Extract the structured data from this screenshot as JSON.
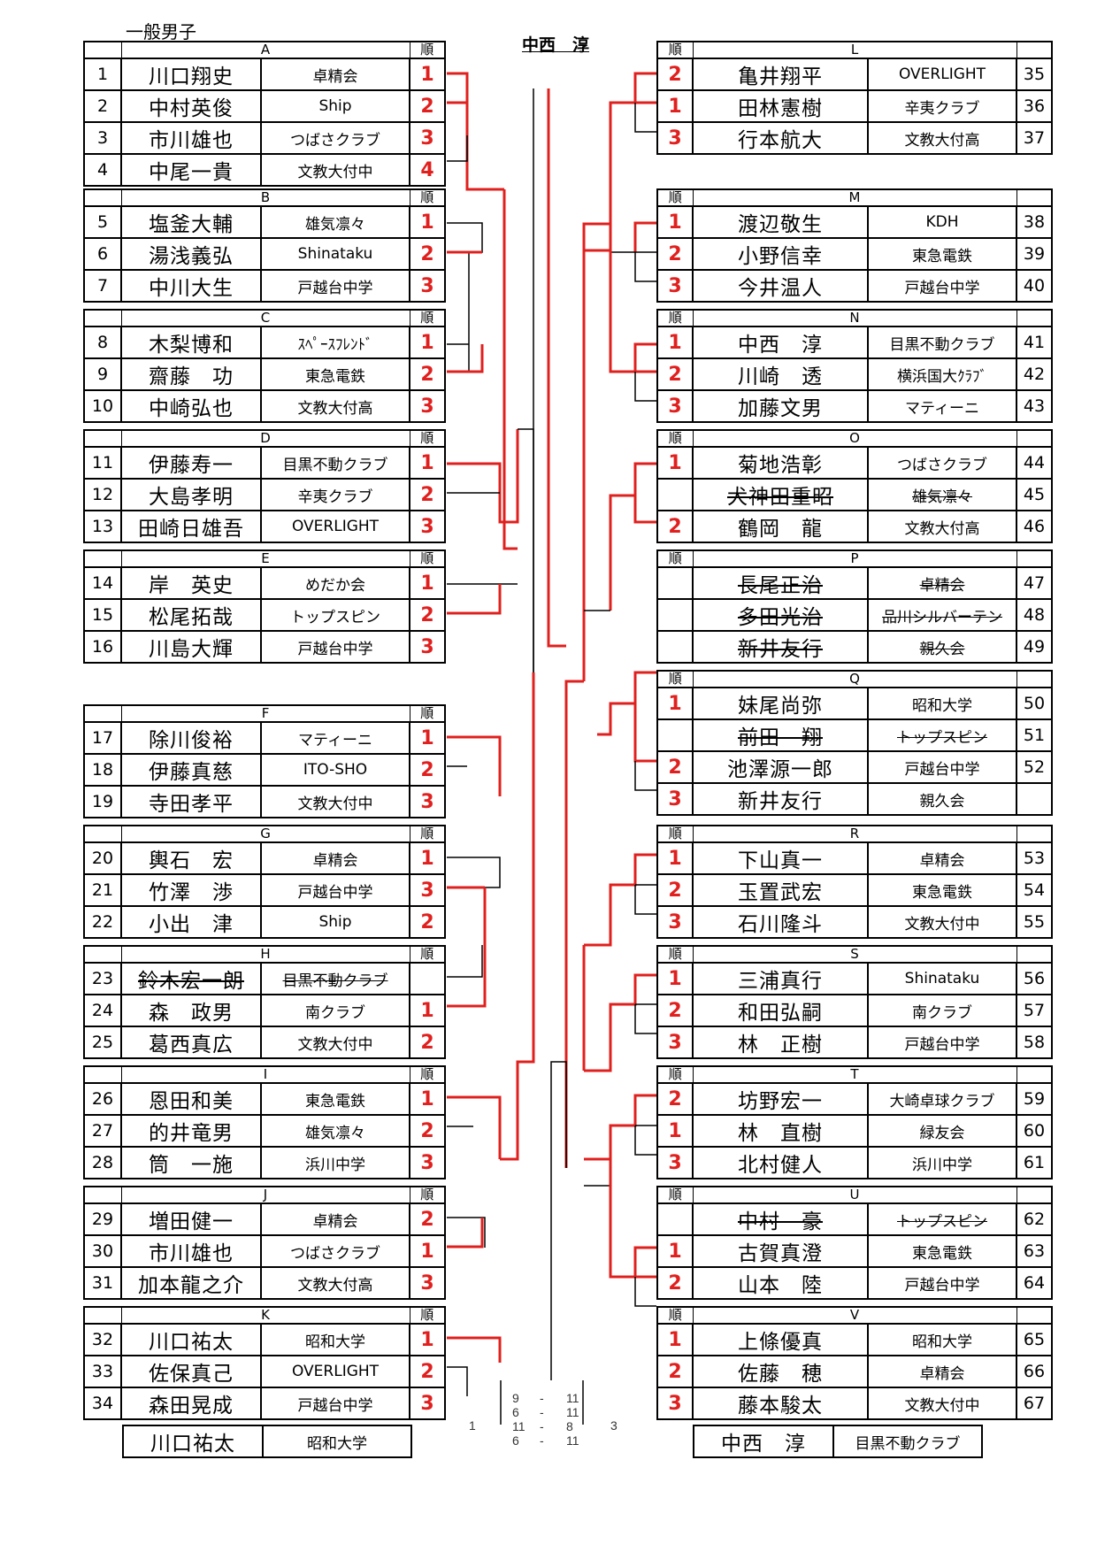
{
  "category": "一般男子",
  "champion": "中西　淳",
  "rank_header": "順",
  "left_groups": [
    {
      "id": "A",
      "rows": [
        {
          "no": "1",
          "name": "川口翔史",
          "club": "卓精会",
          "rank": "1"
        },
        {
          "no": "2",
          "name": "中村英俊",
          "club": "Ship",
          "rank": "2"
        },
        {
          "no": "3",
          "name": "市川雄也",
          "club": "つばさクラブ",
          "rank": "3"
        },
        {
          "no": "4",
          "name": "中尾一貴",
          "club": "文教大付中",
          "rank": "4"
        }
      ]
    },
    {
      "id": "B",
      "rows": [
        {
          "no": "5",
          "name": "塩釜大輔",
          "club": "雄気凛々",
          "rank": "1"
        },
        {
          "no": "6",
          "name": "湯浅義弘",
          "club": "Shinataku",
          "rank": "2"
        },
        {
          "no": "7",
          "name": "中川大生",
          "club": "戸越台中学",
          "rank": "3"
        }
      ]
    },
    {
      "id": "C",
      "rows": [
        {
          "no": "8",
          "name": "木梨博和",
          "club": "ｽﾍﾟｰｽﾌﾚﾝﾄﾞ",
          "rank": "1"
        },
        {
          "no": "9",
          "name": "齋藤　功",
          "club": "東急電鉄",
          "rank": "2"
        },
        {
          "no": "10",
          "name": "中崎弘也",
          "club": "文教大付高",
          "rank": "3"
        }
      ]
    },
    {
      "id": "D",
      "rows": [
        {
          "no": "11",
          "name": "伊藤寿一",
          "club": "目黒不動クラブ",
          "rank": "1"
        },
        {
          "no": "12",
          "name": "大島孝明",
          "club": "辛夷クラブ",
          "rank": "2"
        },
        {
          "no": "13",
          "name": "田崎日雄吾",
          "club": "OVERLIGHT",
          "rank": "3"
        }
      ]
    },
    {
      "id": "E",
      "rows": [
        {
          "no": "14",
          "name": "岸　英史",
          "club": "めだか会",
          "rank": "1"
        },
        {
          "no": "15",
          "name": "松尾拓哉",
          "club": "トップスピン",
          "rank": "2"
        },
        {
          "no": "16",
          "name": "川島大輝",
          "club": "戸越台中学",
          "rank": "3"
        }
      ]
    },
    {
      "id": "F",
      "rows": [
        {
          "no": "17",
          "name": "除川俊裕",
          "club": "マティーニ",
          "rank": "1"
        },
        {
          "no": "18",
          "name": "伊藤真慈",
          "club": "ITO-SHO",
          "rank": "2"
        },
        {
          "no": "19",
          "name": "寺田孝平",
          "club": "文教大付中",
          "rank": "3"
        }
      ]
    },
    {
      "id": "G",
      "rows": [
        {
          "no": "20",
          "name": "輿石　宏",
          "club": "卓精会",
          "rank": "1"
        },
        {
          "no": "21",
          "name": "竹澤　渉",
          "club": "戸越台中学",
          "rank": "3"
        },
        {
          "no": "22",
          "name": "小出　津",
          "club": "Ship",
          "rank": "2"
        }
      ]
    },
    {
      "id": "H",
      "rows": [
        {
          "no": "23",
          "name": "鈴木宏一朗",
          "club": "目黒不動クラブ",
          "rank": "",
          "strike": true
        },
        {
          "no": "24",
          "name": "森　政男",
          "club": "南クラブ",
          "rank": "1"
        },
        {
          "no": "25",
          "name": "葛西真広",
          "club": "文教大付中",
          "rank": "2"
        }
      ]
    },
    {
      "id": "I",
      "rows": [
        {
          "no": "26",
          "name": "恩田和美",
          "club": "東急電鉄",
          "rank": "1"
        },
        {
          "no": "27",
          "name": "的井竜男",
          "club": "雄気凛々",
          "rank": "2"
        },
        {
          "no": "28",
          "name": "筒　一施",
          "club": "浜川中学",
          "rank": "3"
        }
      ]
    },
    {
      "id": "J",
      "rows": [
        {
          "no": "29",
          "name": "増田健一",
          "club": "卓精会",
          "rank": "2"
        },
        {
          "no": "30",
          "name": "市川雄也",
          "club": "つばさクラブ",
          "rank": "1"
        },
        {
          "no": "31",
          "name": "加本龍之介",
          "club": "文教大付高",
          "rank": "3"
        }
      ]
    },
    {
      "id": "K",
      "rows": [
        {
          "no": "32",
          "name": "川口祐太",
          "club": "昭和大学",
          "rank": "1"
        },
        {
          "no": "33",
          "name": "佐保真己",
          "club": "OVERLIGHT",
          "rank": "2"
        },
        {
          "no": "34",
          "name": "森田晃成",
          "club": "戸越台中学",
          "rank": "3"
        }
      ]
    }
  ],
  "right_groups": [
    {
      "id": "L",
      "rows": [
        {
          "no": "35",
          "name": "亀井翔平",
          "club": "OVERLIGHT",
          "rank": "2"
        },
        {
          "no": "36",
          "name": "田林憲樹",
          "club": "辛夷クラブ",
          "rank": "1"
        },
        {
          "no": "37",
          "name": "行本航大",
          "club": "文教大付高",
          "rank": "3"
        }
      ]
    },
    {
      "id": "M",
      "rows": [
        {
          "no": "38",
          "name": "渡辺敬生",
          "club": "KDH",
          "rank": "1"
        },
        {
          "no": "39",
          "name": "小野信幸",
          "club": "東急電鉄",
          "rank": "2"
        },
        {
          "no": "40",
          "name": "今井温人",
          "club": "戸越台中学",
          "rank": "3"
        }
      ]
    },
    {
      "id": "N",
      "rows": [
        {
          "no": "41",
          "name": "中西　淳",
          "club": "目黒不動クラブ",
          "rank": "1"
        },
        {
          "no": "42",
          "name": "川崎　透",
          "club": "横浜国大ｸﾗﾌﾞ",
          "rank": "2"
        },
        {
          "no": "43",
          "name": "加藤文男",
          "club": "マティーニ",
          "rank": "3"
        }
      ]
    },
    {
      "id": "O",
      "rows": [
        {
          "no": "44",
          "name": "菊地浩彰",
          "club": "つばさクラブ",
          "rank": "1"
        },
        {
          "no": "45",
          "name": "犬神田重昭",
          "club": "雄気凛々",
          "rank": "",
          "strike": true
        },
        {
          "no": "46",
          "name": "鶴岡　龍",
          "club": "文教大付高",
          "rank": "2"
        }
      ]
    },
    {
      "id": "P",
      "rows": [
        {
          "no": "47",
          "name": "長尾正治",
          "club": "卓精会",
          "rank": "",
          "strike": true
        },
        {
          "no": "48",
          "name": "多田光治",
          "club": "品川シルバーテン",
          "rank": "",
          "strike": true
        },
        {
          "no": "49",
          "name": "新井友行",
          "club": "親久会",
          "rank": "",
          "strike": true
        }
      ]
    },
    {
      "id": "Q",
      "rows": [
        {
          "no": "50",
          "name": "妹尾尚弥",
          "club": "昭和大学",
          "rank": "1"
        },
        {
          "no": "51",
          "name": "前田　翔",
          "club": "トップスピン",
          "rank": "",
          "strike": true
        },
        {
          "no": "52",
          "name": "池澤源一郎",
          "club": "戸越台中学",
          "rank": "2"
        },
        {
          "no": "",
          "name": "新井友行",
          "club": "親久会",
          "rank": "3"
        }
      ]
    },
    {
      "id": "R",
      "rows": [
        {
          "no": "53",
          "name": "下山真一",
          "club": "卓精会",
          "rank": "1"
        },
        {
          "no": "54",
          "name": "玉置武宏",
          "club": "東急電鉄",
          "rank": "2"
        },
        {
          "no": "55",
          "name": "石川隆斗",
          "club": "文教大付中",
          "rank": "3"
        }
      ]
    },
    {
      "id": "S",
      "rows": [
        {
          "no": "56",
          "name": "三浦真行",
          "club": "Shinataku",
          "rank": "1"
        },
        {
          "no": "57",
          "name": "和田弘嗣",
          "club": "南クラブ",
          "rank": "2"
        },
        {
          "no": "58",
          "name": "林　正樹",
          "club": "戸越台中学",
          "rank": "3"
        }
      ]
    },
    {
      "id": "T",
      "rows": [
        {
          "no": "59",
          "name": "坊野宏一",
          "club": "大崎卓球クラブ",
          "rank": "2"
        },
        {
          "no": "60",
          "name": "林　直樹",
          "club": "緑友会",
          "rank": "1"
        },
        {
          "no": "61",
          "name": "北村健人",
          "club": "浜川中学",
          "rank": "3"
        }
      ]
    },
    {
      "id": "U",
      "rows": [
        {
          "no": "62",
          "name": "中村　豪",
          "club": "トップスピン",
          "rank": "",
          "strike": true
        },
        {
          "no": "63",
          "name": "古賀真澄",
          "club": "東急電鉄",
          "rank": "1"
        },
        {
          "no": "64",
          "name": "山本　陸",
          "club": "戸越台中学",
          "rank": "2"
        }
      ]
    },
    {
      "id": "V",
      "rows": [
        {
          "no": "65",
          "name": "上條優真",
          "club": "昭和大学",
          "rank": "1"
        },
        {
          "no": "66",
          "name": "佐藤　穂",
          "club": "卓精会",
          "rank": "2"
        },
        {
          "no": "67",
          "name": "藤本駿太",
          "club": "文教大付中",
          "rank": "3"
        }
      ]
    }
  ],
  "final": {
    "left": {
      "name": "川口祐太",
      "club": "昭和大学",
      "games": "1"
    },
    "right": {
      "name": "中西　淳",
      "club": "目黒不動クラブ",
      "games": "3"
    },
    "scores": [
      {
        "a": "9",
        "sep": "-",
        "b": "11"
      },
      {
        "a": "6",
        "sep": "-",
        "b": "11"
      },
      {
        "a": "11",
        "sep": "-",
        "b": "8"
      },
      {
        "a": "6",
        "sep": "-",
        "b": "11"
      }
    ]
  },
  "colors": {
    "win_line": "#e0201e",
    "rank_text": "#e0201e",
    "line": "#000000"
  }
}
